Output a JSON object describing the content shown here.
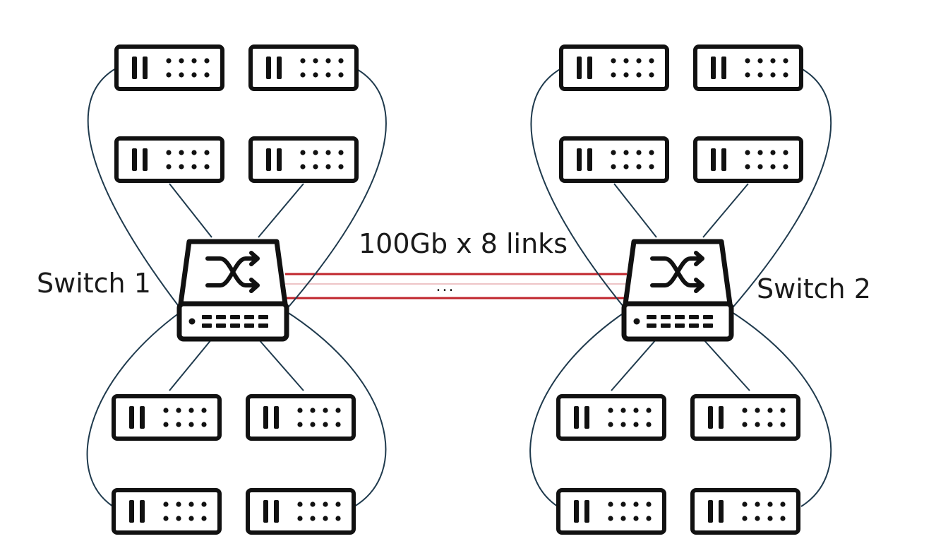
{
  "switches": [
    {
      "label": "Switch 1"
    },
    {
      "label": "Switch 2"
    }
  ],
  "interconnect": {
    "label": "100Gb x 8 links",
    "ellipsis": "...",
    "color": "#c0262d"
  },
  "colors": {
    "device_stroke": "#111111",
    "cable": "#1f3a4d",
    "text": "#1a1a1a"
  },
  "servers_per_switch": 8,
  "server_icon": "server-rack-icon",
  "switch_icon": "network-switch-icon"
}
